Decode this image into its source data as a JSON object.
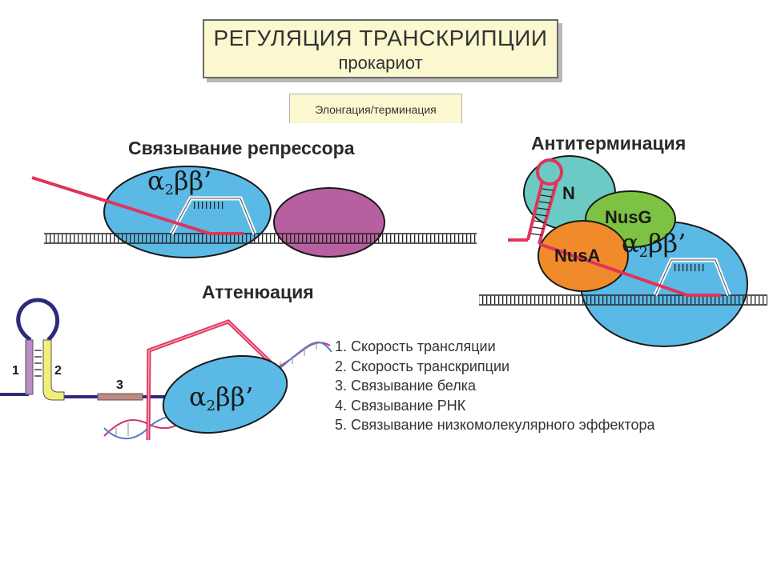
{
  "title": {
    "main": "РЕГУЛЯЦИЯ ТРАНСКРИПЦИИ",
    "sub": "прокариот"
  },
  "stage_label": "Элонгация/терминация",
  "sections": {
    "repressor": "Связывание репрессора",
    "antitermination": "Антитерминация",
    "attenuation": "Аттенюация"
  },
  "polymerase": {
    "alpha": "α",
    "sub": "2",
    "beta": "ββ’"
  },
  "factors": {
    "n": "N",
    "nusg": "NusG",
    "nusa": "NusA"
  },
  "attenuator_labels": [
    "1",
    "2",
    "3"
  ],
  "list_items": [
    "1. Скорость трансляции",
    "2. Скорость транскрипции",
    "3. Связывание белка",
    "4. Связывание РНК",
    "5. Связывание низкомолекулярного эффектора"
  ],
  "colors": {
    "polymerase": "#5bb9e6",
    "repressor": "#b8609f",
    "n_factor": "#6ccac4",
    "nusg": "#7dc242",
    "nusa": "#f18a2b",
    "rna": "#e0345a",
    "title_bg": "#fbf8d0"
  }
}
